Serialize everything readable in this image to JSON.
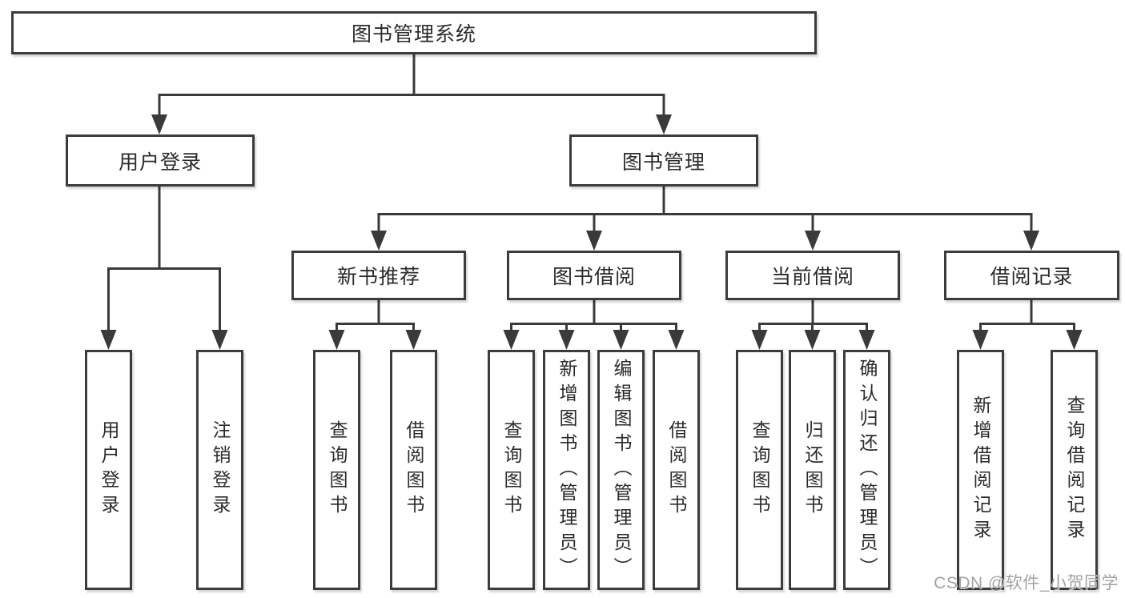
{
  "watermark": "CSDN @软件_小贺同学",
  "colors": {
    "line": "#3a3a3a",
    "box_border": "#3c3c3c",
    "text": "#2b2b2b",
    "watermark": "#a3a3a3",
    "background": "#ffffff"
  },
  "nodes": {
    "root": {
      "label": "图书管理系统"
    },
    "user_login": {
      "label": "用户登录",
      "children": [
        {
          "label": "用户登录"
        },
        {
          "label": "注销登录"
        }
      ]
    },
    "book_mgmt": {
      "label": "图书管理",
      "children": [
        {
          "label": "新书推荐",
          "children": [
            {
              "label": "查询图书"
            },
            {
              "label": "借阅图书"
            }
          ]
        },
        {
          "label": "图书借阅",
          "children": [
            {
              "label": "查询图书"
            },
            {
              "label": "新增图书（管理员）"
            },
            {
              "label": "编辑图书（管理员）"
            },
            {
              "label": "借阅图书"
            }
          ]
        },
        {
          "label": "当前借阅",
          "children": [
            {
              "label": "查询图书"
            },
            {
              "label": "归还图书"
            },
            {
              "label": "确认归还（管理员）"
            }
          ]
        },
        {
          "label": "借阅记录",
          "children": [
            {
              "label": "新增借阅记录"
            },
            {
              "label": "查询借阅记录"
            }
          ]
        }
      ]
    }
  }
}
